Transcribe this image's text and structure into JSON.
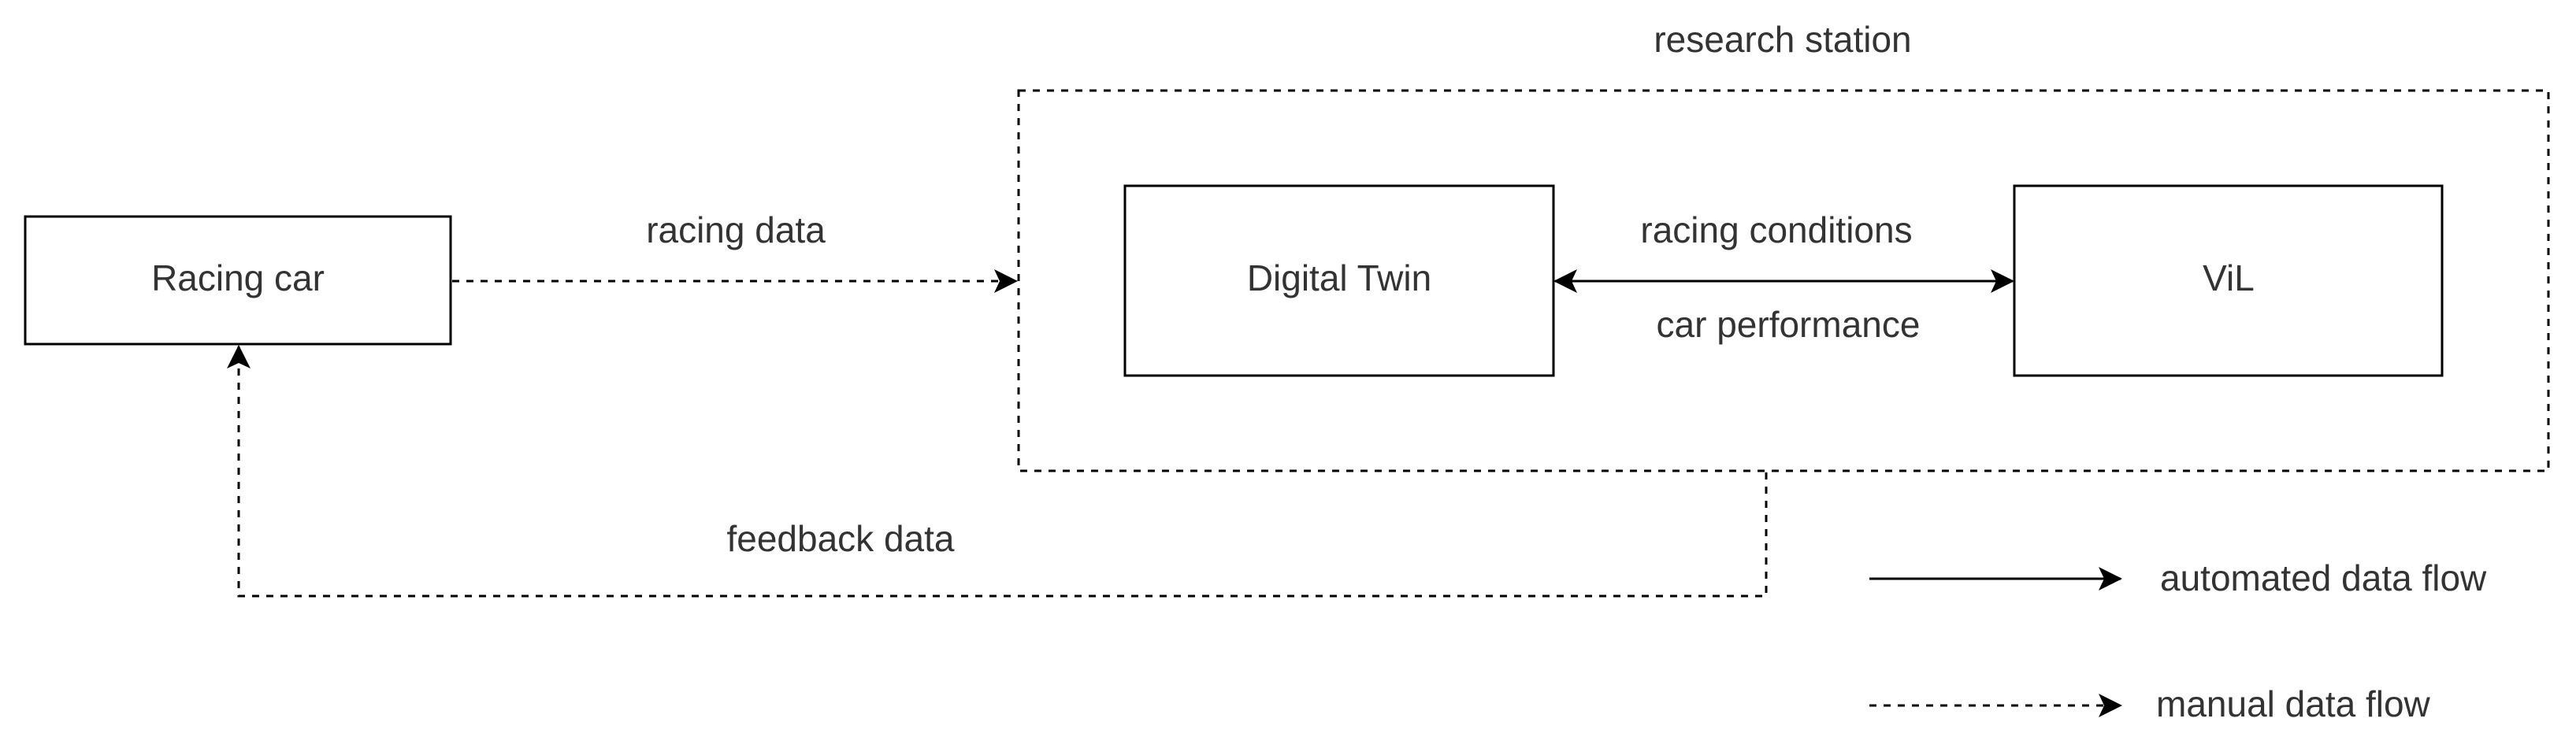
{
  "diagram": {
    "group_label": "research station",
    "nodes": {
      "racing_car": "Racing car",
      "digital_twin": "Digital Twin",
      "vil": "ViL"
    },
    "edges": {
      "racing_data": "racing data",
      "racing_conditions": "racing conditions",
      "car_performance": "car performance",
      "feedback_data": "feedback data"
    },
    "legend": {
      "automated": "automated data flow",
      "manual": "manual data flow"
    }
  },
  "colors": {
    "stroke": "#000000",
    "text": "#333333",
    "background": "#ffffff"
  }
}
